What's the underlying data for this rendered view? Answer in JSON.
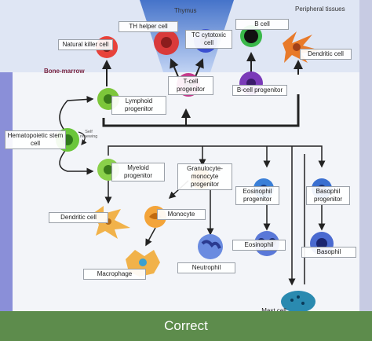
{
  "regions": {
    "thymus": "Thymus",
    "peripheral": "Peripheral tissues",
    "bone_marrow": "Bone-marrow"
  },
  "labels": {
    "th_helper": "TH helper cell",
    "tc_cytotoxic": "TC cytotoxic cell",
    "b_cell": "B cell",
    "natural_killer": "Natural killer cell",
    "dendritic_top": "Dendritic cell",
    "t_progenitor": "T-cell progenitor",
    "b_progenitor": "B-cell progenitor",
    "lymphoid": "Lymphoid progenitor",
    "hsc": "Hematopoietic stem cell",
    "self_renewing": "Self renewing",
    "myeloid": "Myeloid progenitor",
    "gm_progenitor": "Granulocyte-monocyte progenitor",
    "eos_progenitor": "Eosinophil progenitor",
    "baso_progenitor": "Basophil progenitor",
    "dendritic_bottom": "Dendritic cell",
    "monocyte": "Monocyte",
    "eosinophil": "Eosinophil",
    "basophil": "Basophil",
    "neutrophil": "Neutrophil",
    "macrophage": "Macrophage",
    "mast": "Mast cell"
  },
  "status": {
    "result": "Correct"
  },
  "colors": {
    "thymus_band": "#2f67c7",
    "bone_marrow_band": "#8a8fd8",
    "footer": "#5d8c4c",
    "arrow": "#222222",
    "lymphoid_cell": "#7cc63a",
    "t_cell": "#c43a8c",
    "b_cell": "#7a3ab8",
    "gm_cell": "#f3a43a",
    "eos_baso": "#3a6fd0"
  }
}
